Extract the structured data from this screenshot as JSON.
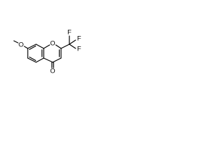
{
  "molecule": {
    "atoms": {
      "methoxy_o": "O",
      "ring_o": "O",
      "carbonyl_o": "O",
      "f1": "F",
      "f2": "F",
      "f3": "F"
    }
  },
  "colors": {
    "bond": "#000000",
    "text": "#000000",
    "background": "#ffffff"
  }
}
